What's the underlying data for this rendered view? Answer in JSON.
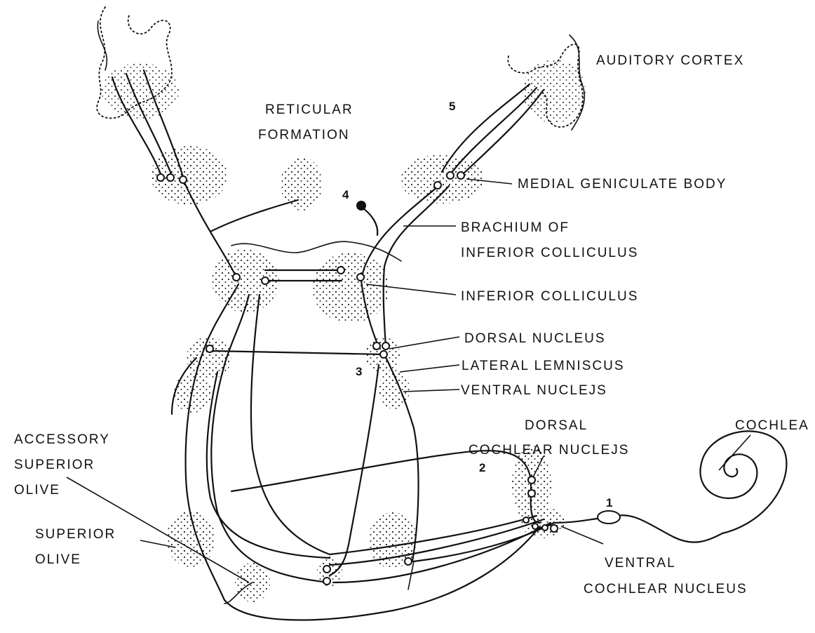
{
  "labels": {
    "auditory_cortex": "AUDITORY CORTEX",
    "reticular_formation_1": "RETICULAR",
    "reticular_formation_2": "FORMATION",
    "medial_geniculate_body": "MEDIAL GENICULATE BODY",
    "brachium_1": "BRACHIUM OF",
    "brachium_2": "INFERIOR COLLICULUS",
    "inferior_colliculus": "INFERIOR COLLICULUS",
    "dorsal_nucleus": "DORSAL NUCLEUS",
    "lateral_lemniscus": "LATERAL LEMNISCUS",
    "ventral_nucleus": "VENTRAL NUCLEJS",
    "dorsal_cochlear_1": "DORSAL",
    "dorsal_cochlear_2": "COCHLEAR NUCLEJS",
    "cochlea": "COCHLEA",
    "accessory_1": "ACCESSORY",
    "accessory_2": "SUPERIOR",
    "accessory_3": "OLIVE",
    "superior_olive_1": "SUPERIOR",
    "superior_olive_2": "OLIVE",
    "ventral_cochlear_1": "VENTRAL",
    "ventral_cochlear_2": "COCHLEAR NUCLEUS"
  },
  "numbers": {
    "n1": "1",
    "n2": "2",
    "n3": "3",
    "n4": "4",
    "n5": "5"
  }
}
